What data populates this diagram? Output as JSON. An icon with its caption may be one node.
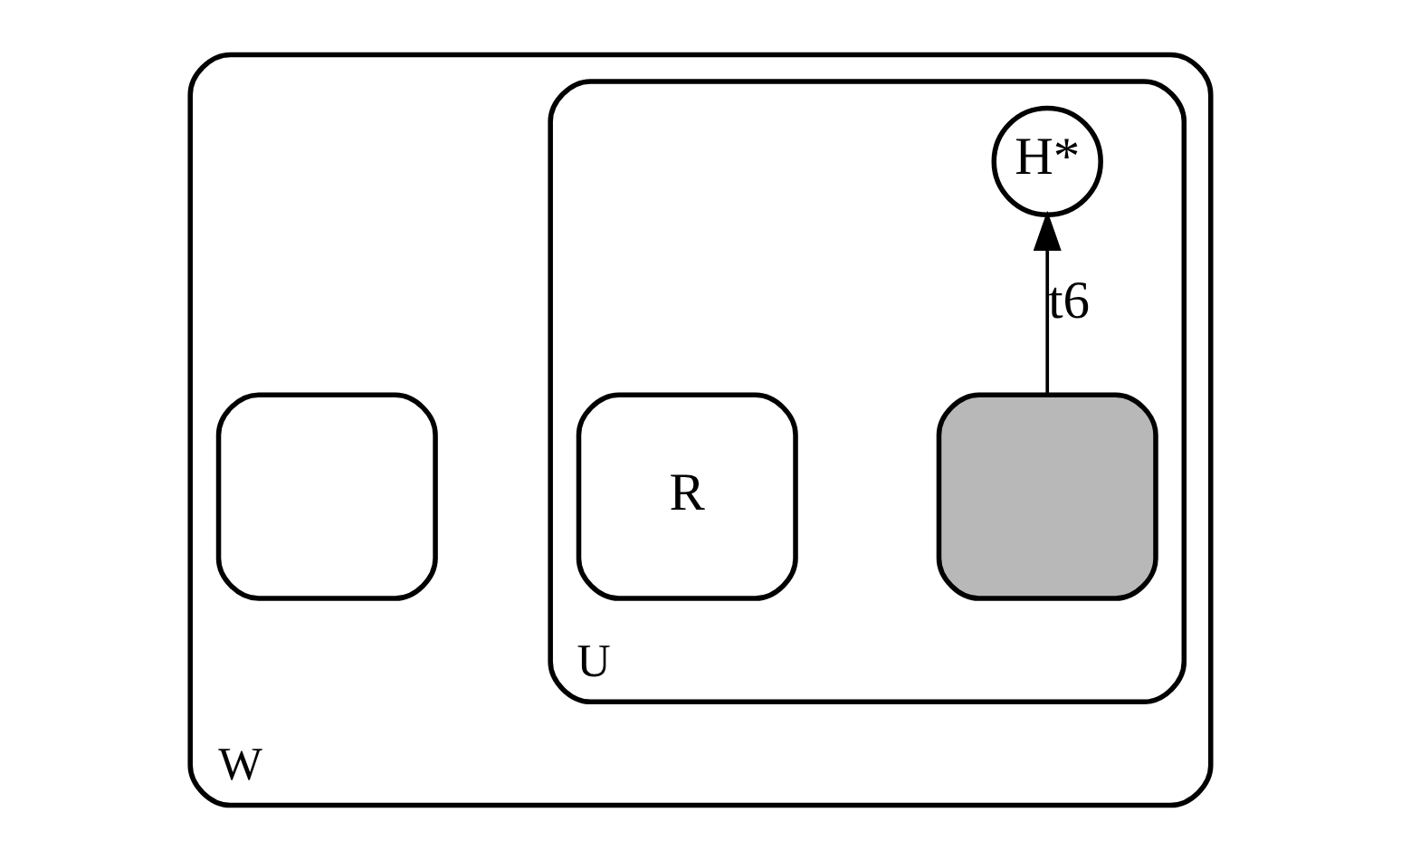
{
  "diagram": {
    "nodes": [
      {
        "text": [
          "W"
        ]
      },
      {
        "text": [
          "U"
        ],
        "in": 0
      },
      {
        "text": [
          "H*"
        ],
        "in": 1
      },
      {
        "text": [],
        "shape": "box",
        "in": 1
      },
      {
        "text": [
          "R"
        ],
        "in": 1
      },
      {
        "text": [],
        "shape": "box",
        "in": 0
      }
    ],
    "edges": [
      {
        "from": 3,
        "to": 2,
        "arrow": "to",
        "label": "t6"
      }
    ]
  }
}
